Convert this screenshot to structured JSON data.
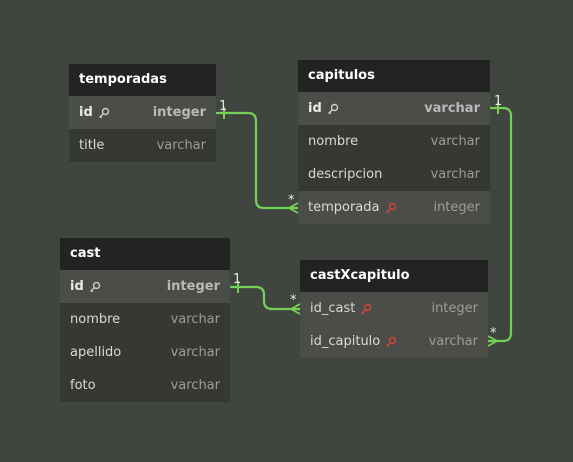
{
  "colors": {
    "background": "#40453f",
    "link": "#74d157",
    "fk_icon": "#d9423a",
    "pk_icon": "#cccccc"
  },
  "tables": {
    "temporadas": {
      "name": "temporadas",
      "columns": [
        {
          "name": "id",
          "type": "integer",
          "key": "pk"
        },
        {
          "name": "title",
          "type": "varchar"
        }
      ]
    },
    "capitulos": {
      "name": "capitulos",
      "columns": [
        {
          "name": "id",
          "type": "varchar",
          "key": "pk"
        },
        {
          "name": "nombre",
          "type": "varchar"
        },
        {
          "name": "descripcion",
          "type": "varchar"
        },
        {
          "name": "temporada",
          "type": "integer",
          "key": "fk"
        }
      ]
    },
    "cast": {
      "name": "cast",
      "columns": [
        {
          "name": "id",
          "type": "integer",
          "key": "pk"
        },
        {
          "name": "nombre",
          "type": "varchar"
        },
        {
          "name": "apellido",
          "type": "varchar"
        },
        {
          "name": "foto",
          "type": "varchar"
        }
      ]
    },
    "castXcapitulo": {
      "name": "castXcapitulo",
      "columns": [
        {
          "name": "id_cast",
          "type": "integer",
          "key": "fk"
        },
        {
          "name": "id_capitulo",
          "type": "varchar",
          "key": "fk"
        }
      ]
    }
  },
  "relationships": [
    {
      "from": "temporadas.id",
      "to": "capitulos.temporada",
      "from_card": "1",
      "to_card": "*"
    },
    {
      "from": "cast.id",
      "to": "castXcapitulo.id_cast",
      "from_card": "1",
      "to_card": "*"
    },
    {
      "from": "capitulos.id",
      "to": "castXcapitulo.id_capitulo",
      "from_card": "1",
      "to_card": "*"
    }
  ]
}
